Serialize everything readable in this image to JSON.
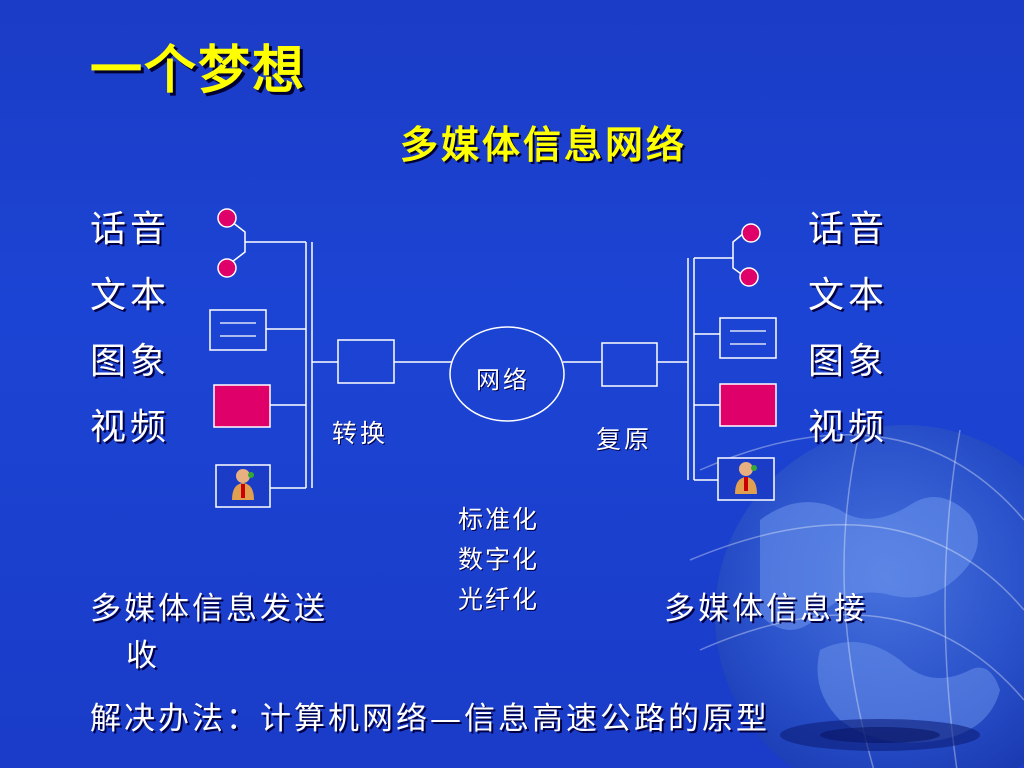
{
  "title": "一个梦想",
  "subtitle": "多媒体信息网络",
  "left_media": [
    "话音",
    "文本",
    "图象",
    "视频"
  ],
  "right_media": [
    "话音",
    "文本",
    "图象",
    "视频"
  ],
  "network_label": "网络",
  "convert_label": "转换",
  "restore_label": "复原",
  "notes": [
    "标准化",
    "数字化",
    "光纤化"
  ],
  "send_label_line1": "多媒体信息发送",
  "send_label_line2": "收",
  "receive_label": "多媒体信息接",
  "solution": "解决办法：计算机网络—信息高速公路的原型",
  "colors": {
    "background": "#1b3cc6",
    "title": "#ffff00",
    "text": "#ffffff",
    "pink": "#e0006a",
    "lines": "#ffffff"
  },
  "icons": [
    "microphone-dot-icon",
    "document-icon",
    "video-screen-icon",
    "person-icon",
    "globe-decoration"
  ]
}
